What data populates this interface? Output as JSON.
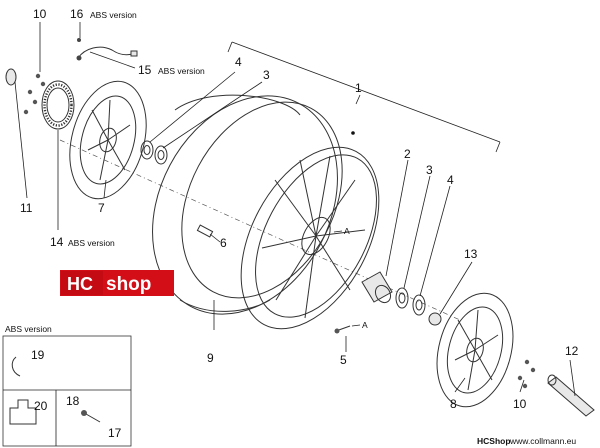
{
  "callouts": {
    "c1": "1",
    "c2": "2",
    "c3": "3",
    "c3b": "3",
    "c4": "4",
    "c4b": "4",
    "c5": "5",
    "c6": "6",
    "c7": "7",
    "c8": "8",
    "c9": "9",
    "c10": "10",
    "c10b": "10",
    "c11": "11",
    "c12": "12",
    "c13": "13",
    "c14": "14",
    "c15": "15",
    "c16": "16",
    "c17": "17",
    "c18": "18",
    "c19": "19",
    "c20": "20"
  },
  "abs_labels": {
    "l16": "ABS version",
    "l15": "ABS version",
    "l14": "ABS version",
    "box_title": "ABS version"
  },
  "markers": {
    "a1": "A",
    "a2": "A"
  },
  "logo": {
    "hc": "HC",
    "shop": "shop"
  },
  "footer": {
    "brand": "HCShop",
    "site": "www.collmann.eu"
  },
  "colors": {
    "logo_red": "#d40e17",
    "logo_text": "#ffffff"
  }
}
